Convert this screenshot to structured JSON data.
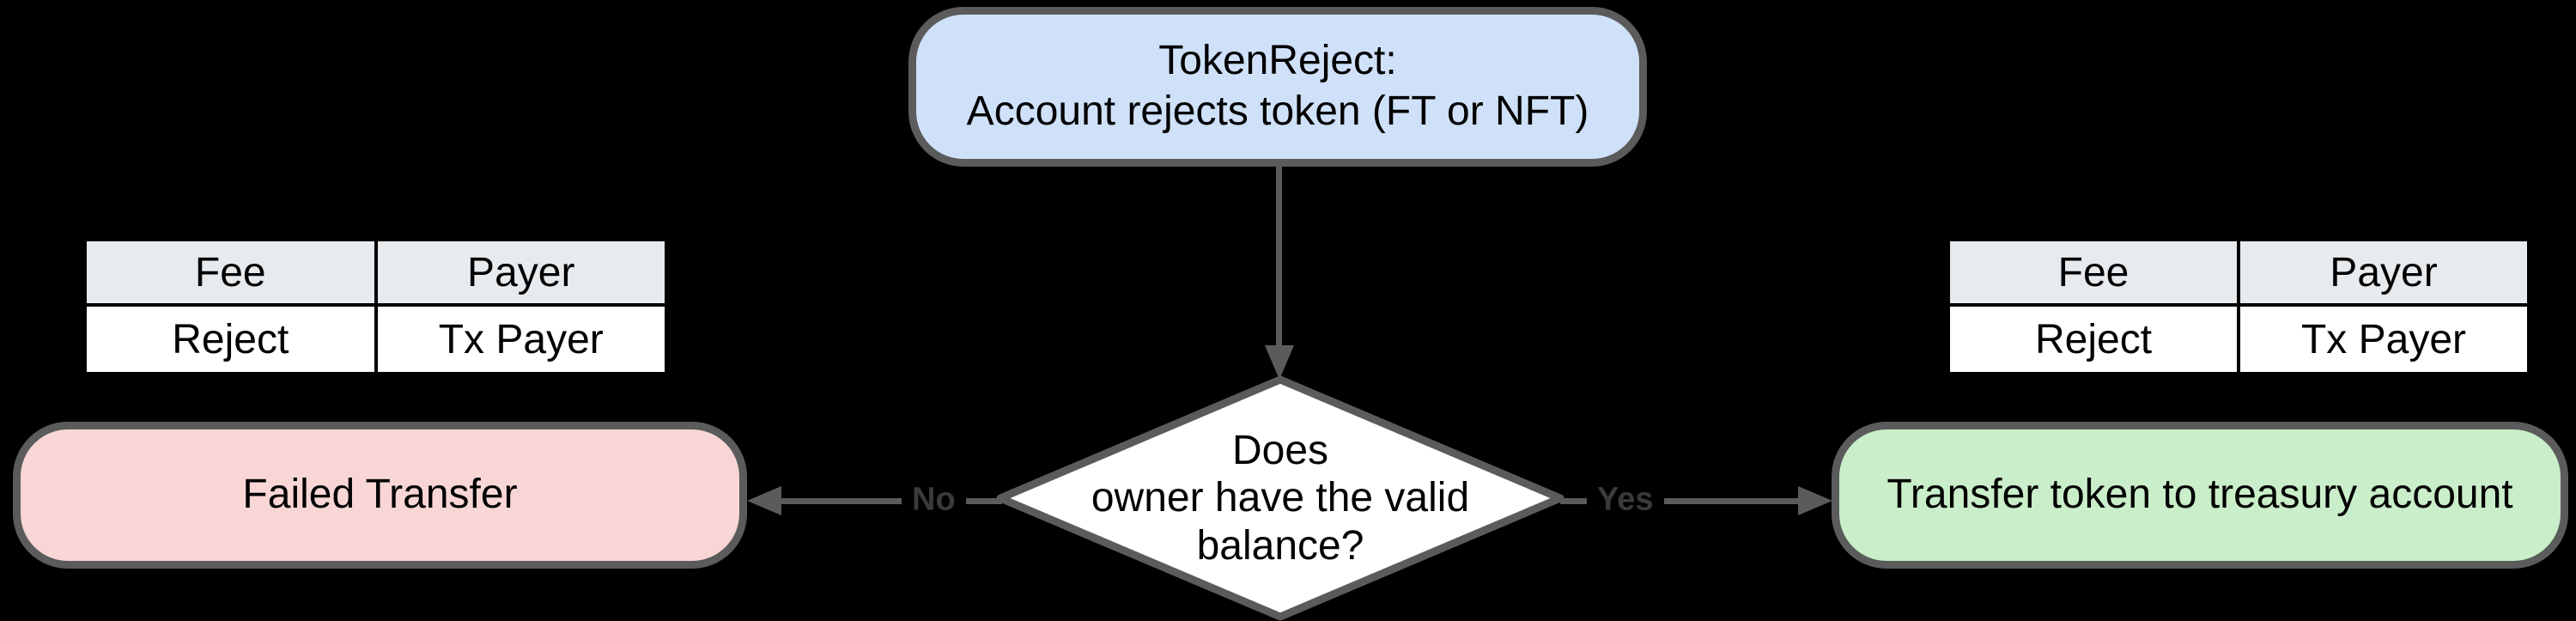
{
  "flowchart": {
    "background_color": "#000000",
    "stroke_color": "#5b5b5b",
    "edge_label_color": "#3a3a3a",
    "table_header_fill": "#e8ebee",
    "start": {
      "line1": "TokenReject:",
      "line2": "Account rejects token (FT or NFT)",
      "fill": "#cfe1f8"
    },
    "decision": {
      "line1": "Does",
      "line2": "owner have the valid",
      "line3": "balance?",
      "fill": "#ffffff"
    },
    "edges": {
      "no": {
        "label": "No"
      },
      "yes": {
        "label": "Yes"
      }
    },
    "outcomes": {
      "failed": {
        "label": "Failed Transfer",
        "fill": "#f8d6d6"
      },
      "success": {
        "label": "Transfer token to treasury account",
        "fill": "#c9eec9"
      }
    },
    "tables": {
      "left": {
        "headers": [
          "Fee",
          "Payer"
        ],
        "rows": [
          [
            "Reject",
            "Tx Payer"
          ]
        ]
      },
      "right": {
        "headers": [
          "Fee",
          "Payer"
        ],
        "rows": [
          [
            "Reject",
            "Tx Payer"
          ]
        ]
      }
    }
  }
}
